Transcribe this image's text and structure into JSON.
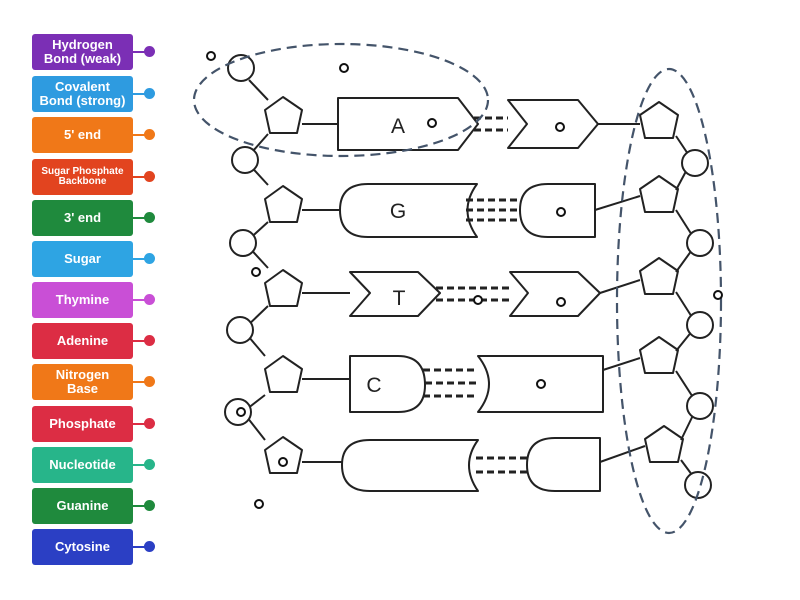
{
  "labels": [
    {
      "text": "Hydrogen\nBond (weak)",
      "color": "#7b2fb5",
      "size": 13
    },
    {
      "text": "Covalent\nBond (strong)",
      "color": "#2e9be0",
      "size": 13
    },
    {
      "text": "5' end",
      "color": "#f07818",
      "size": 13
    },
    {
      "text": "Sugar Phosphate\nBackbone",
      "color": "#e2441f",
      "size": 10
    },
    {
      "text": "3' end",
      "color": "#1f8a3d",
      "size": 13
    },
    {
      "text": "Sugar",
      "color": "#2ea4e3",
      "size": 13
    },
    {
      "text": "Thymine",
      "color": "#c94fd6",
      "size": 13
    },
    {
      "text": "Adenine",
      "color": "#dc2d44",
      "size": 13
    },
    {
      "text": "Nitrogen\nBase",
      "color": "#f07818",
      "size": 13
    },
    {
      "text": "Phosphate",
      "color": "#dc2d44",
      "size": 13
    },
    {
      "text": "Nucleotide",
      "color": "#27b58a",
      "size": 13
    },
    {
      "text": "Guanine",
      "color": "#1f8a3d",
      "size": 13
    },
    {
      "text": "Cytosine",
      "color": "#2b3fc4",
      "size": 13
    }
  ],
  "bases": {
    "left": [
      "A",
      "G",
      "T",
      "C",
      ""
    ]
  }
}
